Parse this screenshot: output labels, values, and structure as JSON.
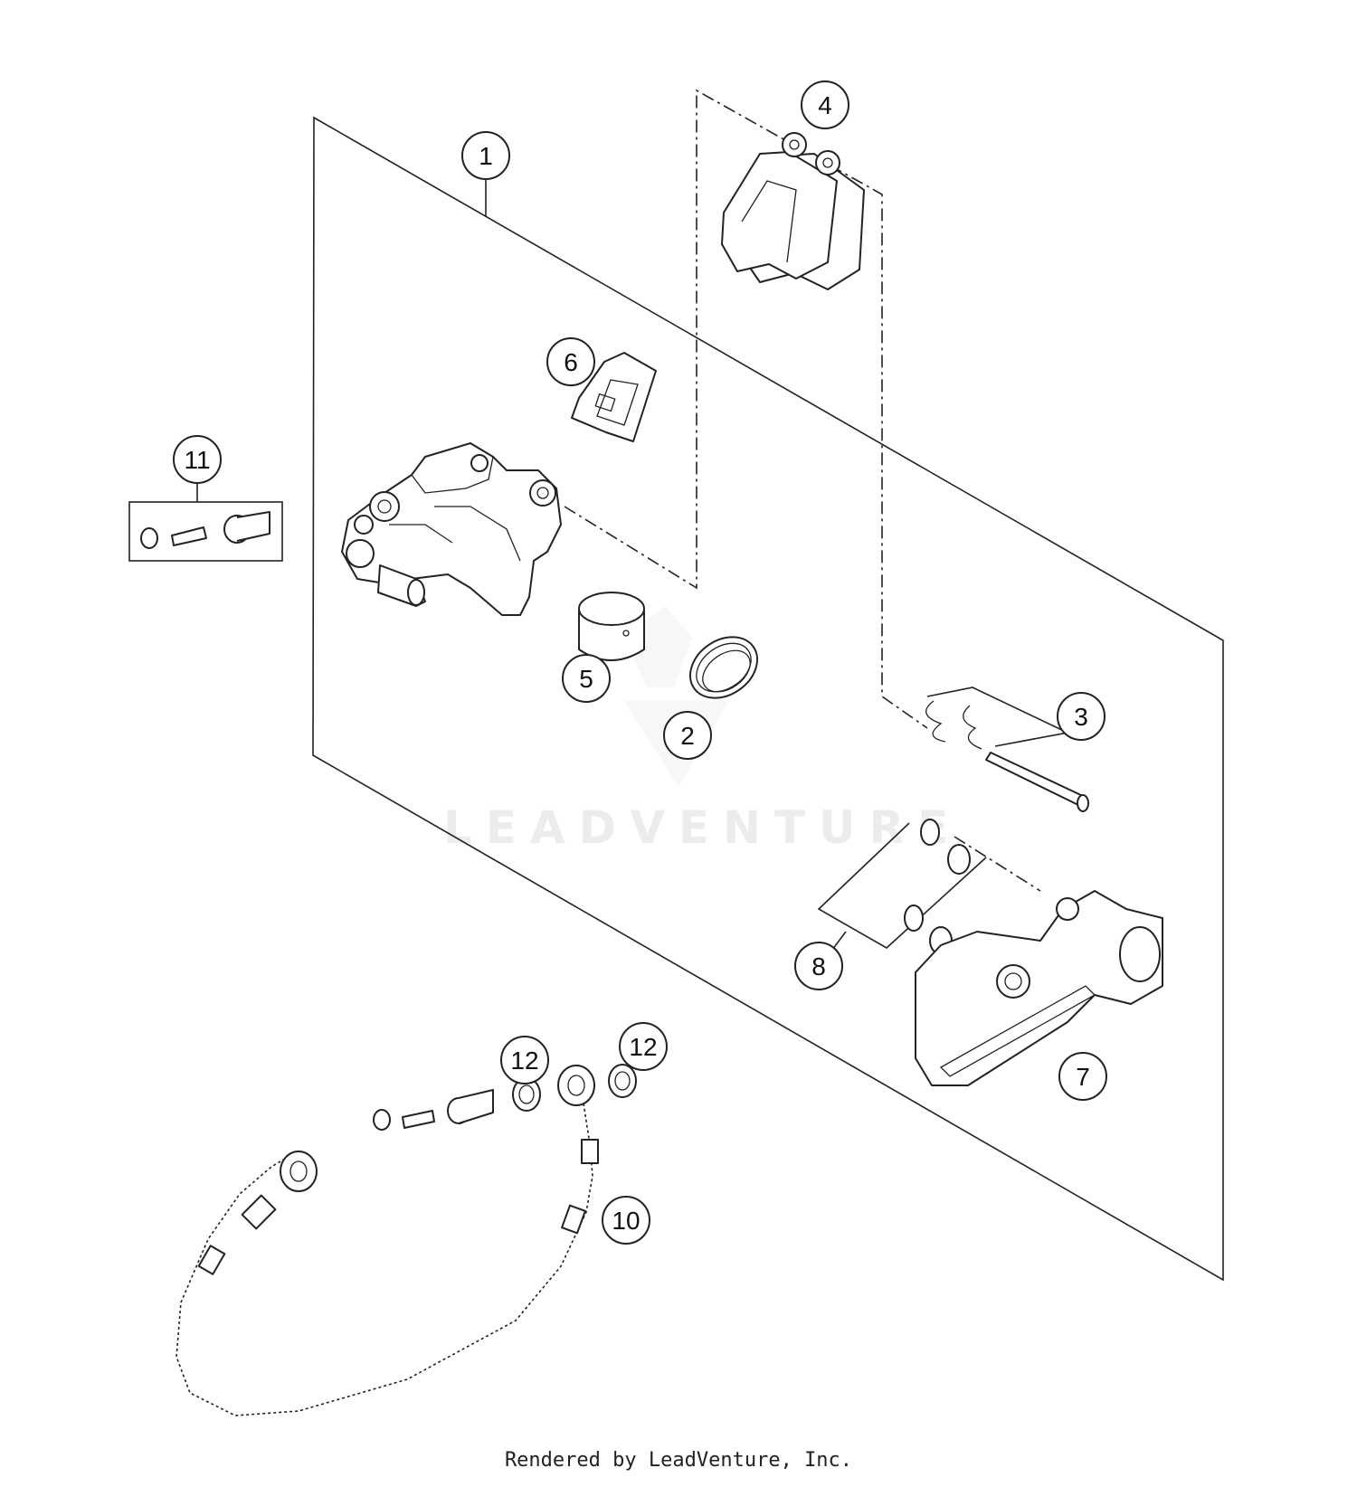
{
  "callouts": [
    {
      "id": "1",
      "label": "1"
    },
    {
      "id": "2",
      "label": "2"
    },
    {
      "id": "3",
      "label": "3"
    },
    {
      "id": "4",
      "label": "4"
    },
    {
      "id": "5",
      "label": "5"
    },
    {
      "id": "6",
      "label": "6"
    },
    {
      "id": "7",
      "label": "7"
    },
    {
      "id": "8",
      "label": "8"
    },
    {
      "id": "10",
      "label": "10"
    },
    {
      "id": "11",
      "label": "11"
    },
    {
      "id": "12a",
      "label": "12"
    },
    {
      "id": "12b",
      "label": "12"
    }
  ],
  "watermark": "LEADVENTURE",
  "footer": "Rendered by LeadVenture, Inc."
}
